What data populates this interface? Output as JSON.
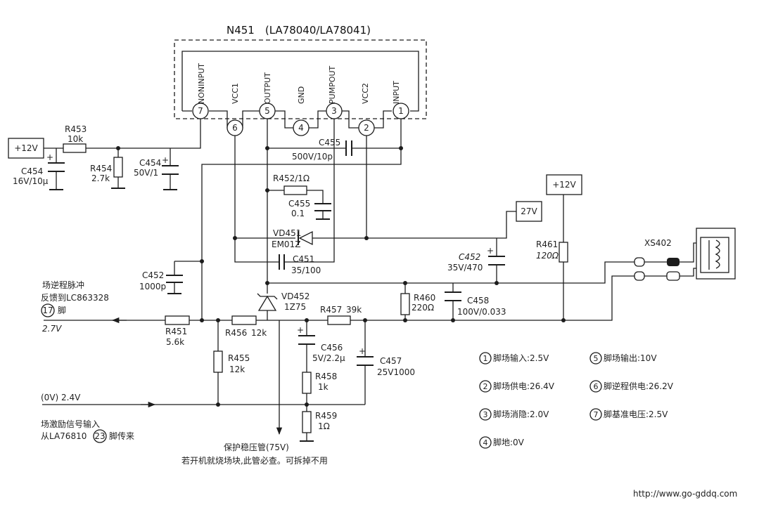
{
  "title": "N451　(LA78040/LA78041)",
  "pins": [
    {
      "num": "7",
      "name": "NONINPUT"
    },
    {
      "num": "6",
      "name": "VCC1"
    },
    {
      "num": "5",
      "name": "OUTPUT"
    },
    {
      "num": "4",
      "name": "GND"
    },
    {
      "num": "3",
      "name": "PUMPOUT"
    },
    {
      "num": "2",
      "name": "VCC2"
    },
    {
      "num": "1",
      "name": "INPUT"
    }
  ],
  "components": {
    "supply_left": "+12V",
    "r453": "R453",
    "r453_val": "10k",
    "c454a": "C454",
    "c454a_val": "16V/10μ",
    "r454": "R454",
    "r454_val": "2.7k",
    "c454b": "C454",
    "c454b_val": "50V/1",
    "c455a": "C455",
    "c455a_val": "500V/10p",
    "r452": "R452/1Ω",
    "c455b": "C455",
    "c455b_val": "0.1",
    "supply_27": "27V",
    "supply_right": "+12V",
    "vd451": "VD451",
    "vd451_val": "EM01Z",
    "c451": "C451",
    "c451_val": "35/100",
    "c452b": "C452",
    "c452b_val": "35V/470",
    "r461": "R461",
    "r461_val": "120Ω",
    "xs402": "XS402",
    "c452a": "C452",
    "c452a_val": "1000p",
    "vd452": "VD452",
    "vd452_val": "1Z75",
    "r460": "R460",
    "r460_val": "220Ω",
    "c458": "C458",
    "c458_val": "100V/0.033",
    "r457": "R457",
    "r457_val": "39k",
    "r451": "R451",
    "r451_val": "5.6k",
    "r456": "R456",
    "r456_val": "12k",
    "r455": "R455",
    "r455_val": "12k",
    "c456": "C456",
    "c456_val": "5V/2.2μ",
    "c457": "C457",
    "c457_val": "25V1000",
    "r458": "R458",
    "r458_val": "1k",
    "r459": "R459",
    "r459_val": "1Ω"
  },
  "signals": {
    "flyback_l1": "场逆程脉冲",
    "flyback_l2": "反馈到LC863328",
    "flyback_pin": "17",
    "flyback_pin_suffix": "脚",
    "flyback_volt": "2.7V",
    "drive_volt": "(0V)  2.4V",
    "drive_l1": "场激励信号输入",
    "drive_l2_pre": "从LA76810",
    "drive_pin": "23",
    "drive_l2_post": "脚传来",
    "protect_l1": "保护稳压管(75V)",
    "protect_l2": "若开机就烧场块,此管必查。可拆掉不用"
  },
  "voltages": [
    {
      "pin": "1",
      "text": "脚场输入:2.5V"
    },
    {
      "pin": "5",
      "text": "脚场输出:10V"
    },
    {
      "pin": "2",
      "text": "脚场供电:26.4V"
    },
    {
      "pin": "6",
      "text": "脚逆程供电:26.2V"
    },
    {
      "pin": "3",
      "text": "脚场消隐:2.0V"
    },
    {
      "pin": "7",
      "text": "脚基准电压:2.5V"
    },
    {
      "pin": "4",
      "text": "脚地:0V"
    }
  ],
  "url": "http://www.go-gddq.com"
}
